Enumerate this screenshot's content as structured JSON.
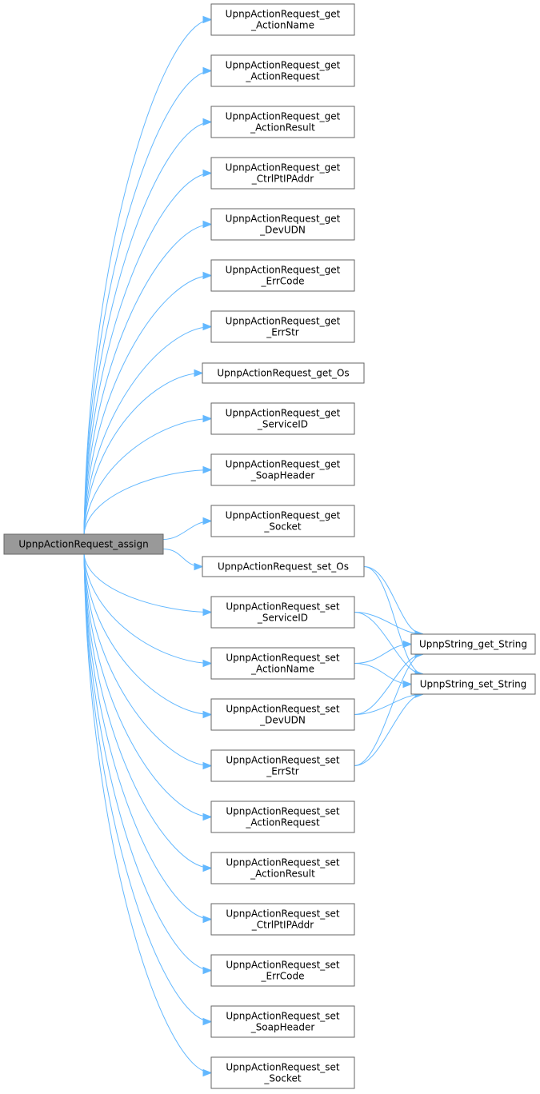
{
  "diagram": {
    "colors": {
      "edge": "#63b8ff",
      "root_fill": "#999999",
      "node_fill": "#ffffff",
      "node_border": "#666666"
    },
    "root": {
      "id": "root",
      "lines": [
        "UpnpActionRequest_assign"
      ]
    },
    "callees": [
      {
        "id": "get_ActionName",
        "lines": [
          "UpnpActionRequest_get",
          "_ActionName"
        ]
      },
      {
        "id": "get_ActionRequest",
        "lines": [
          "UpnpActionRequest_get",
          "_ActionRequest"
        ]
      },
      {
        "id": "get_ActionResult",
        "lines": [
          "UpnpActionRequest_get",
          "_ActionResult"
        ]
      },
      {
        "id": "get_CtrlPtIPAddr",
        "lines": [
          "UpnpActionRequest_get",
          "_CtrlPtIPAddr"
        ]
      },
      {
        "id": "get_DevUDN",
        "lines": [
          "UpnpActionRequest_get",
          "_DevUDN"
        ]
      },
      {
        "id": "get_ErrCode",
        "lines": [
          "UpnpActionRequest_get",
          "_ErrCode"
        ]
      },
      {
        "id": "get_ErrStr",
        "lines": [
          "UpnpActionRequest_get",
          "_ErrStr"
        ]
      },
      {
        "id": "get_Os",
        "lines": [
          "UpnpActionRequest_get_Os"
        ]
      },
      {
        "id": "get_ServiceID",
        "lines": [
          "UpnpActionRequest_get",
          "_ServiceID"
        ]
      },
      {
        "id": "get_SoapHeader",
        "lines": [
          "UpnpActionRequest_get",
          "_SoapHeader"
        ]
      },
      {
        "id": "get_Socket",
        "lines": [
          "UpnpActionRequest_get",
          "_Socket"
        ]
      },
      {
        "id": "set_Os",
        "lines": [
          "UpnpActionRequest_set_Os"
        ]
      },
      {
        "id": "set_ServiceID",
        "lines": [
          "UpnpActionRequest_set",
          "_ServiceID"
        ]
      },
      {
        "id": "set_ActionName",
        "lines": [
          "UpnpActionRequest_set",
          "_ActionName"
        ]
      },
      {
        "id": "set_DevUDN",
        "lines": [
          "UpnpActionRequest_set",
          "_DevUDN"
        ]
      },
      {
        "id": "set_ErrStr",
        "lines": [
          "UpnpActionRequest_set",
          "_ErrStr"
        ]
      },
      {
        "id": "set_ActionRequest",
        "lines": [
          "UpnpActionRequest_set",
          "_ActionRequest"
        ]
      },
      {
        "id": "set_ActionResult",
        "lines": [
          "UpnpActionRequest_set",
          "_ActionResult"
        ]
      },
      {
        "id": "set_CtrlPtIPAddr",
        "lines": [
          "UpnpActionRequest_set",
          "_CtrlPtIPAddr"
        ]
      },
      {
        "id": "set_ErrCode",
        "lines": [
          "UpnpActionRequest_set",
          "_ErrCode"
        ]
      },
      {
        "id": "set_SoapHeader",
        "lines": [
          "UpnpActionRequest_set",
          "_SoapHeader"
        ]
      },
      {
        "id": "set_Socket",
        "lines": [
          "UpnpActionRequest_set",
          "_Socket"
        ]
      }
    ],
    "leaves": [
      {
        "id": "string_get",
        "lines": [
          "UpnpString_get_String"
        ]
      },
      {
        "id": "string_set",
        "lines": [
          "UpnpString_set_String"
        ]
      }
    ],
    "edges": [
      [
        "root",
        "get_ActionName"
      ],
      [
        "root",
        "get_ActionRequest"
      ],
      [
        "root",
        "get_ActionResult"
      ],
      [
        "root",
        "get_CtrlPtIPAddr"
      ],
      [
        "root",
        "get_DevUDN"
      ],
      [
        "root",
        "get_ErrCode"
      ],
      [
        "root",
        "get_ErrStr"
      ],
      [
        "root",
        "get_Os"
      ],
      [
        "root",
        "get_ServiceID"
      ],
      [
        "root",
        "get_SoapHeader"
      ],
      [
        "root",
        "get_Socket"
      ],
      [
        "root",
        "set_Os"
      ],
      [
        "root",
        "set_ServiceID"
      ],
      [
        "root",
        "set_ActionName"
      ],
      [
        "root",
        "set_DevUDN"
      ],
      [
        "root",
        "set_ErrStr"
      ],
      [
        "root",
        "set_ActionRequest"
      ],
      [
        "root",
        "set_ActionResult"
      ],
      [
        "root",
        "set_CtrlPtIPAddr"
      ],
      [
        "root",
        "set_ErrCode"
      ],
      [
        "root",
        "set_SoapHeader"
      ],
      [
        "root",
        "set_Socket"
      ],
      [
        "set_Os",
        "string_get"
      ],
      [
        "set_Os",
        "string_set"
      ],
      [
        "set_ServiceID",
        "string_get"
      ],
      [
        "set_ServiceID",
        "string_set"
      ],
      [
        "set_ActionName",
        "string_get"
      ],
      [
        "set_ActionName",
        "string_set"
      ],
      [
        "set_DevUDN",
        "string_get"
      ],
      [
        "set_DevUDN",
        "string_set"
      ],
      [
        "set_ErrStr",
        "string_get"
      ],
      [
        "set_ErrStr",
        "string_set"
      ]
    ]
  }
}
